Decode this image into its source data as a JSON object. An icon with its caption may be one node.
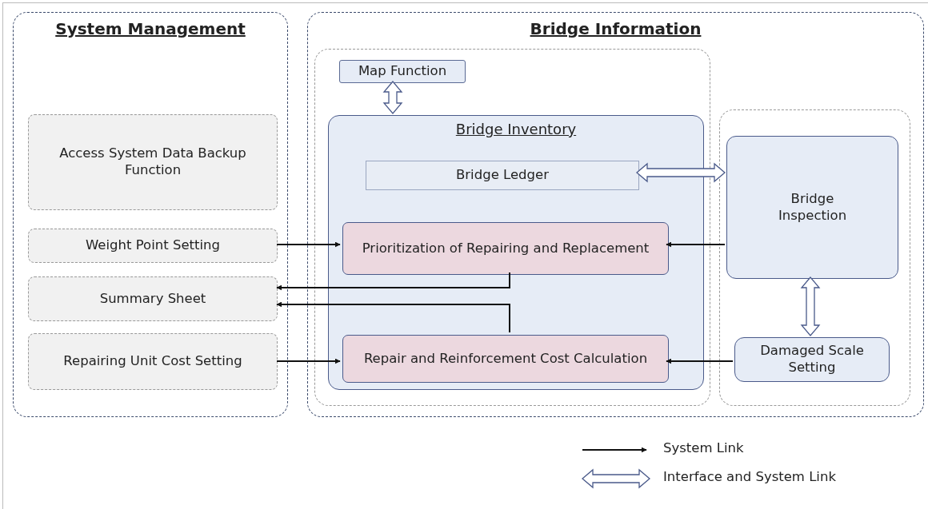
{
  "diagram": {
    "nodes": [
      {
        "text": [
          "System Management"
        ]
      },
      {
        "text": [
          "Access System Data Backup Function"
        ],
        "in": 0
      },
      {
        "text": [
          "Weight Point Setting"
        ],
        "in": 0
      },
      {
        "text": [
          "Summary Sheet"
        ],
        "in": 0
      },
      {
        "text": [
          "Repairing Unit Cost Setting"
        ],
        "in": 0
      },
      {
        "text": [
          "Bridge Information"
        ]
      },
      {
        "text": [],
        "shape": "box",
        "in": 5
      },
      {
        "text": [
          "Map Function"
        ],
        "in": 6
      },
      {
        "text": [
          "Bridge Inventory"
        ],
        "in": 6
      },
      {
        "text": [
          "Bridge Ledger"
        ],
        "in": 8
      },
      {
        "text": [
          "Prioritization of Repairing and Replacement"
        ],
        "in": 8
      },
      {
        "text": [
          "Repair and Reinforcement Cost Calculation"
        ],
        "in": 8
      },
      {
        "text": [],
        "shape": "box",
        "in": 5
      },
      {
        "text": [
          "Bridge Inspection"
        ],
        "in": 12
      },
      {
        "text": [
          "Damaged Scale Setting"
        ],
        "in": 12
      }
    ],
    "edges": [
      {
        "from": 7,
        "to": 8,
        "arrow": "both",
        "style": "thick"
      },
      {
        "from": 9,
        "to": 13,
        "arrow": "both",
        "style": "thick"
      },
      {
        "from": 2,
        "to": 10,
        "arrow": "to"
      },
      {
        "from": 13,
        "to": 10,
        "arrow": "to"
      },
      {
        "from": 10,
        "to": 3,
        "arrow": "to"
      },
      {
        "from": 11,
        "to": 3,
        "arrow": "to"
      },
      {
        "from": 4,
        "to": 11,
        "arrow": "to"
      },
      {
        "from": 13,
        "to": 14,
        "arrow": "both",
        "style": "thick"
      },
      {
        "from": 14,
        "to": 11,
        "arrow": "to"
      }
    ],
    "legend": [
      {
        "text": "System Link"
      },
      {
        "text": "Interface and System Link"
      }
    ]
  }
}
